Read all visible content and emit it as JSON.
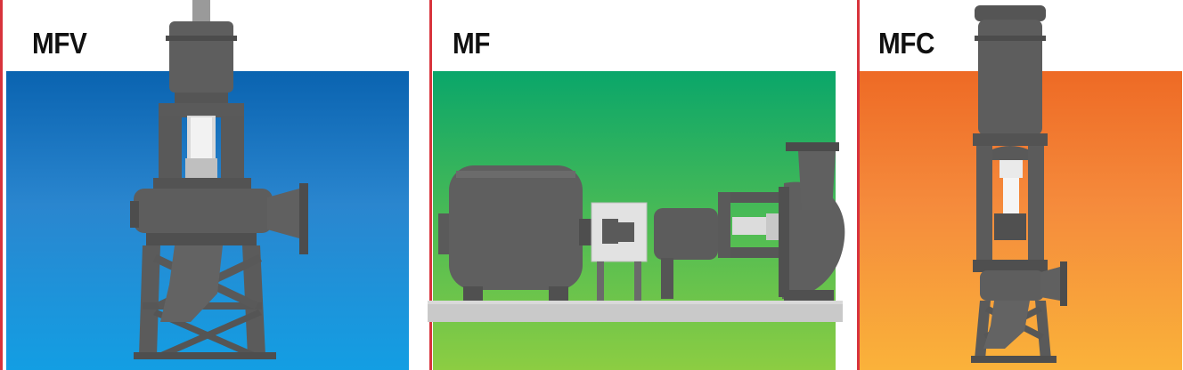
{
  "panels": [
    {
      "label": "MFV",
      "gradient": [
        "#0a63b0",
        "#139ee3"
      ]
    },
    {
      "label": "MF",
      "gradient": [
        "#0aa66a",
        "#8ccd42"
      ]
    },
    {
      "label": "MFC",
      "gradient": [
        "#ee6a25",
        "#fab23a"
      ]
    }
  ],
  "colors": {
    "divider": "#d8333c",
    "metal": "#5c5c5c",
    "base": "#c9c9c9"
  }
}
